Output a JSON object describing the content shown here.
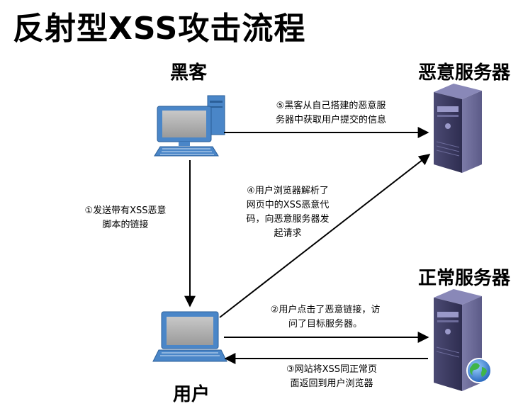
{
  "title": "反射型XSS攻击流程",
  "nodes": {
    "hacker": "黑客",
    "malicious_server": "恶意服务器",
    "normal_server": "正常服务器",
    "user": "用户"
  },
  "steps": {
    "step1": [
      "①发送带有XSS恶意",
      "脚本的链接"
    ],
    "step2": [
      "②用户点击了恶意链接，访",
      "问了目标服务器。"
    ],
    "step3": [
      "③网站将XSS同正常页",
      "面返回到用户浏览器"
    ],
    "step4": [
      "④用户浏览器解析了",
      "网页中的XSS恶意代",
      "码，向恶意服务器发",
      "起请求"
    ],
    "step5": [
      "⑤黑客从自己搭建的恶意服",
      "务器中获取用户提交的信息"
    ]
  }
}
